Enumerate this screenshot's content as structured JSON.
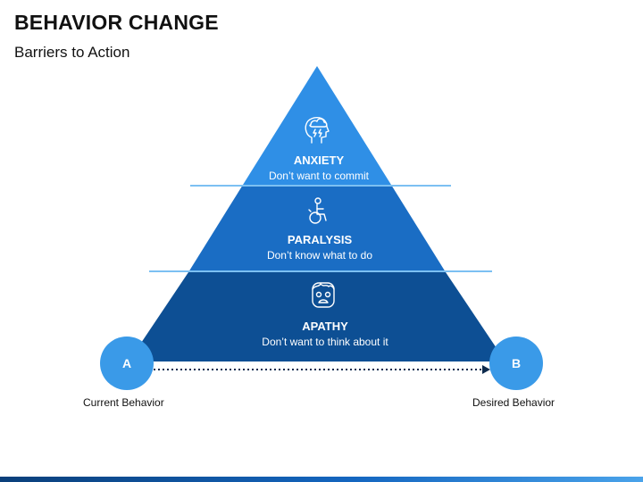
{
  "slide": {
    "title": "BEHAVIOR CHANGE",
    "subtitle": "Barriers to Action"
  },
  "pyramid": {
    "tiers": [
      {
        "title": "ANXIETY",
        "description": "Don’t want to commit",
        "icon": "worried-head-icon",
        "color": "#2f8fe6"
      },
      {
        "title": "PARALYSIS",
        "description": "Don’t know what to do",
        "icon": "wheelchair-icon",
        "color": "#1a6dc4"
      },
      {
        "title": "APATHY",
        "description": "Don’t want to think about it",
        "icon": "frustrated-face-icon",
        "color": "#0d4f94"
      }
    ],
    "divider_color": "#7cc0f2"
  },
  "path": {
    "start": {
      "label": "A",
      "caption": "Current Behavior"
    },
    "end": {
      "label": "B",
      "caption": "Desired Behavior"
    },
    "node_color": "#3a9ae8",
    "arrow_color": "#0d2a4d"
  }
}
